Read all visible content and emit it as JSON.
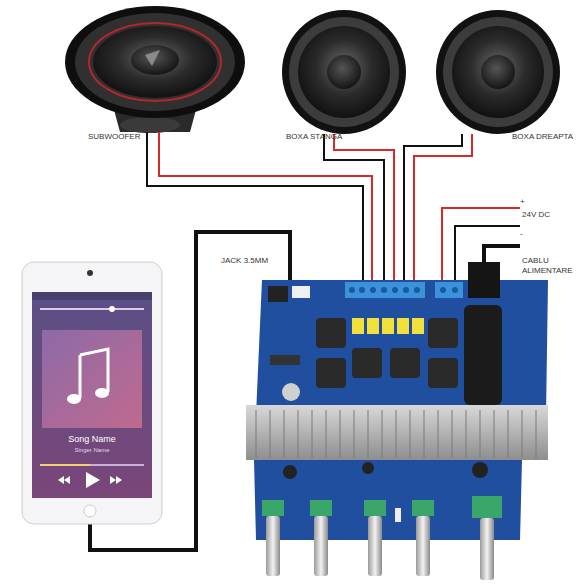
{
  "diagram": {
    "nodes": [
      {
        "text": [
          "SUBWOOFER"
        ]
      },
      {
        "text": [
          "BOXA STANGA"
        ]
      },
      {
        "text": [
          "BOXA DREAPTA"
        ]
      },
      {
        "text": [
          "Song Name",
          "Singer Name"
        ]
      }
    ],
    "labels": [
      "JACK 3.5MM",
      "+",
      "24V DC",
      "-",
      "CABLU ALIMENTARE"
    ]
  }
}
